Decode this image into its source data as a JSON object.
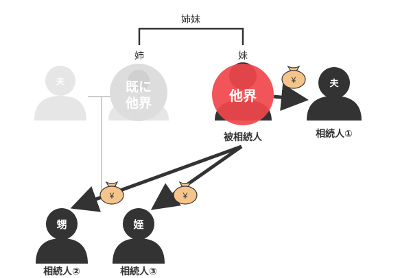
{
  "labels": {
    "sisters_bracket": "姉妹",
    "elder_sister": "姉",
    "younger_sister": "妹",
    "husband_head": "夫",
    "deceased_sister_head": "既に\n他界",
    "decedent_head": "他界",
    "decedent_caption": "被相続人",
    "heir1_caption": "相続人①",
    "nephew_head": "甥",
    "niece_head": "姪",
    "heir2_caption": "相続人②",
    "heir3_caption": "相続人③",
    "faded_husband_head": "夫",
    "yen_symbol": "¥"
  },
  "colors": {
    "person_dark": "#333333",
    "person_faded": "#e6e6e6",
    "faded_text": "#ffffff",
    "decedent_circle": "#f0474b",
    "bag_fill": "#f5c48a",
    "bag_stroke": "#333333",
    "arrow": "#333333",
    "faded_line": "#cccccc"
  },
  "icons": {
    "person": "person-silhouette-icon",
    "money_bag": "money-bag-icon",
    "arrow": "arrow-icon"
  }
}
